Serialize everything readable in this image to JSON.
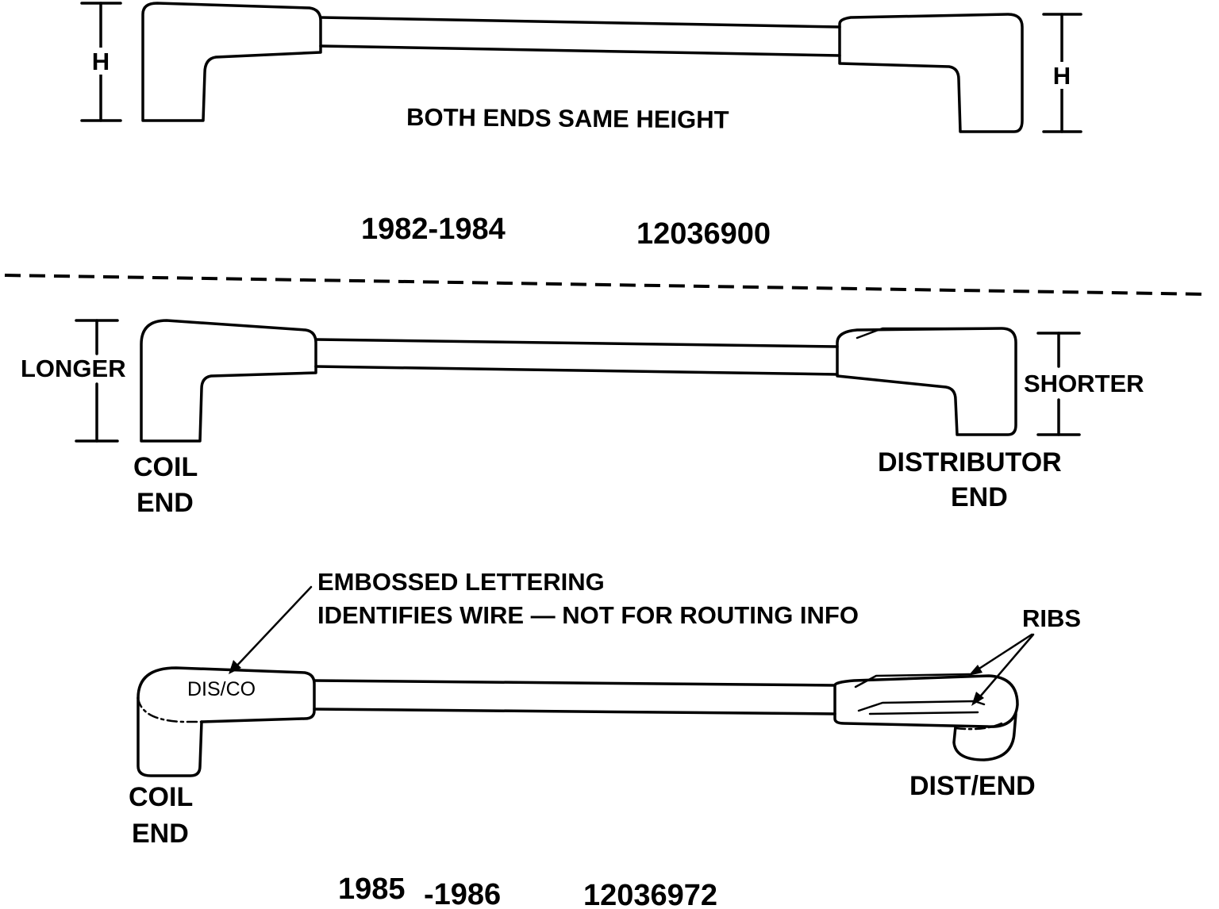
{
  "section1": {
    "height_mark_left": "H",
    "height_mark_right": "H",
    "note": "BOTH ENDS SAME HEIGHT",
    "years": "1982-1984",
    "part_number": "12036900"
  },
  "section2": {
    "longer_label": "LONGER",
    "shorter_label": "SHORTER",
    "coil_end_line1": "COIL",
    "coil_end_line2": "END",
    "distributor_end_line1": "DISTRIBUTOR",
    "distributor_end_line2": "END"
  },
  "section3": {
    "embossed_line1": "EMBOSSED LETTERING",
    "embossed_line2": "IDENTIFIES WIRE — NOT FOR ROUTING INFO",
    "embossed_text": "DIS/CO",
    "ribs_label": "RIBS",
    "coil_end_line1": "COIL",
    "coil_end_line2": "END",
    "dist_end_label": "DIST/END",
    "years_start": "1985",
    "years_end": "-1986",
    "part_number": "12036972"
  }
}
